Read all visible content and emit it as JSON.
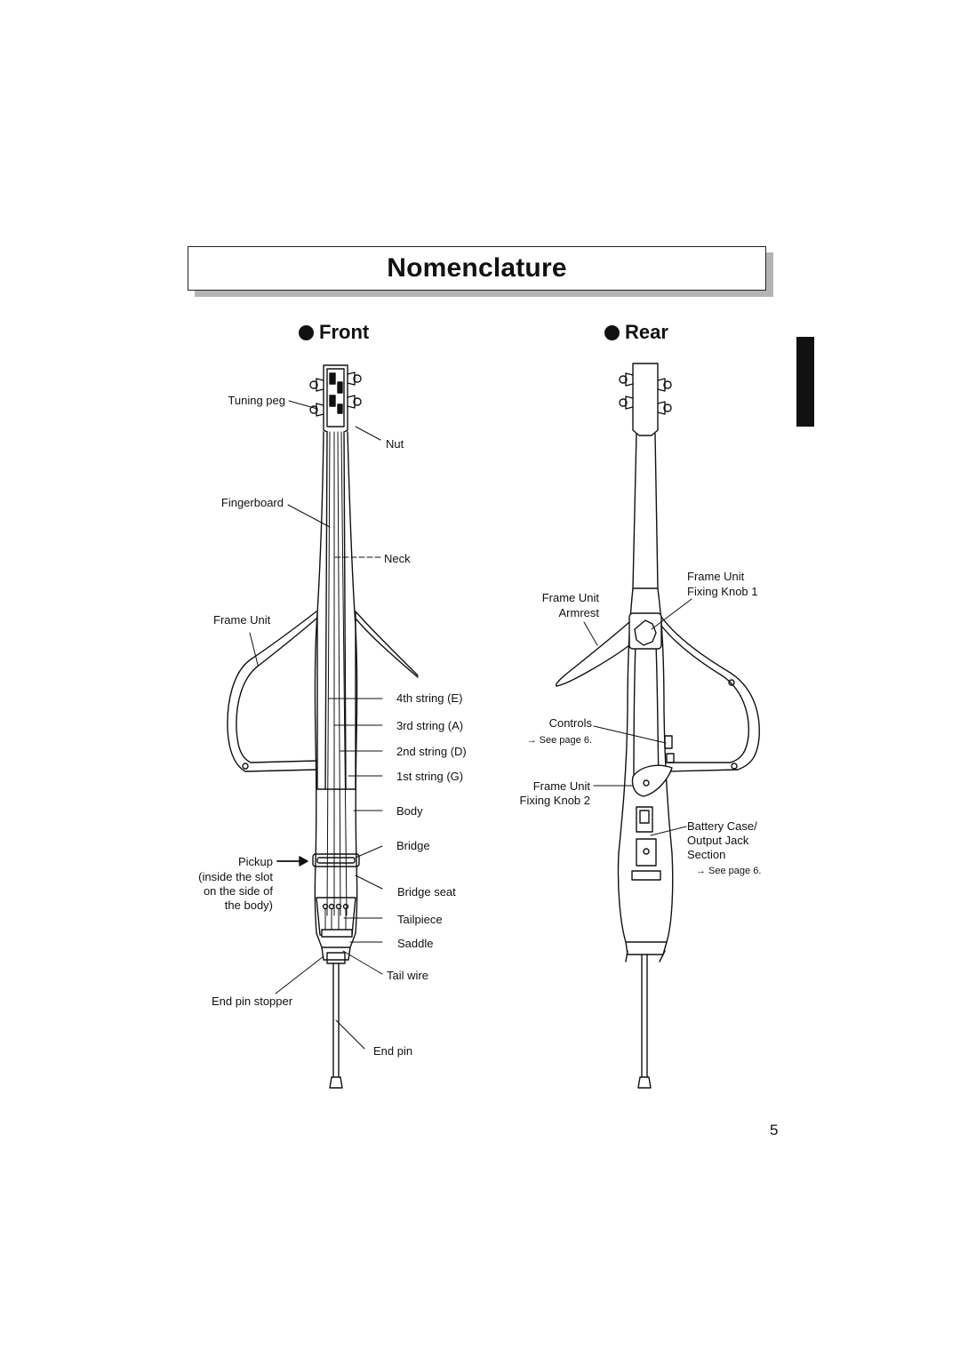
{
  "page": {
    "title": "Nomenclature",
    "page_number": "5"
  },
  "front": {
    "heading": "Front",
    "labels": {
      "tuning_peg": "Tuning peg",
      "nut": "Nut",
      "fingerboard": "Fingerboard",
      "neck": "Neck",
      "frame_unit": "Frame Unit",
      "string4": "4th string (E)",
      "string3": "3rd string (A)",
      "string2": "2nd string (D)",
      "string1": "1st string (G)",
      "body": "Body",
      "bridge": "Bridge",
      "pickup": "Pickup",
      "pickup_note_1": "(inside the slot",
      "pickup_note_2": "on the side of",
      "pickup_note_3": "the body)",
      "bridge_seat": "Bridge seat",
      "tailpiece": "Tailpiece",
      "saddle": "Saddle",
      "tail_wire": "Tail wire",
      "end_pin_stopper": "End pin stopper",
      "end_pin": "End pin"
    }
  },
  "rear": {
    "heading": "Rear",
    "labels": {
      "frame_unit_knob1_a": "Frame Unit",
      "frame_unit_knob1_b": "Fixing Knob 1",
      "armrest_a": "Frame Unit",
      "armrest_b": "Armrest",
      "controls": "Controls",
      "controls_ref": "→ See page 6.",
      "knob2_a": "Frame Unit",
      "knob2_b": "Fixing Knob 2",
      "battery_a": "Battery Case/",
      "battery_b": "Output Jack",
      "battery_c": "Section",
      "battery_ref": "→ See page 6."
    }
  }
}
